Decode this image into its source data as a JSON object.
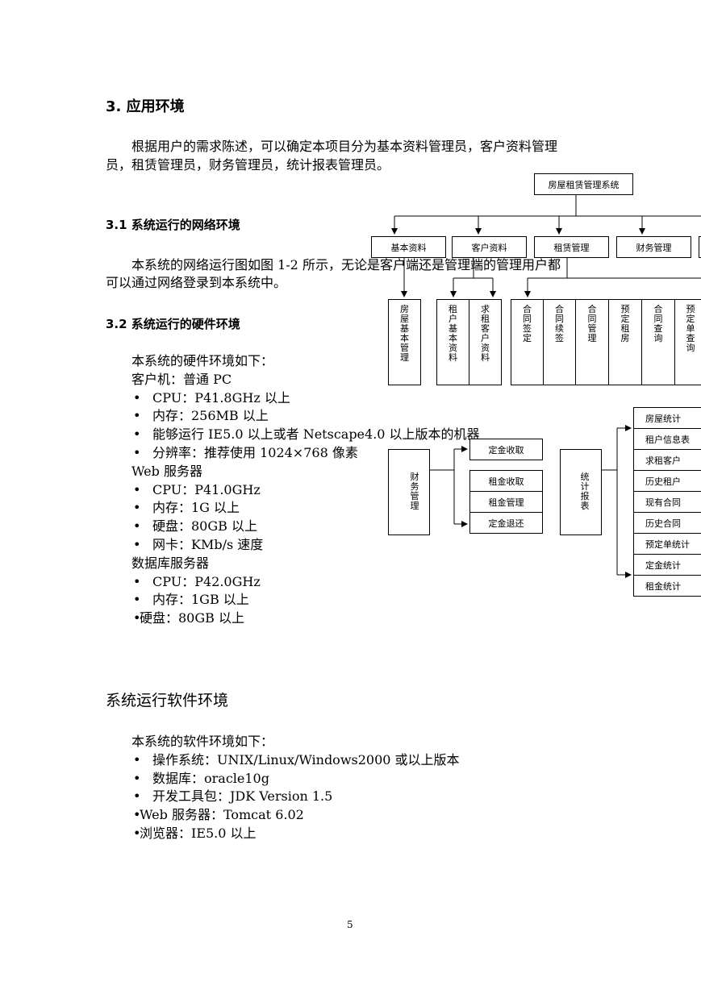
{
  "section3": {
    "title": "3. 应用环境",
    "intro_line1": "根据用户的需求陈述，可以确定本项目分为基本资料管理员，客户资料管理",
    "intro_line2": "员，租赁管理员，财务管理员，统计报表管理员。"
  },
  "section31": {
    "title": "3.1  系统运行的网络环境",
    "line1": "本系统的网络运行图如图 1-2 所示，无论是客户端还是管理端的管理用户都",
    "line2": "可以通过网络登录到本系统中。"
  },
  "section32": {
    "title": "3.2  系统运行的硬件环境",
    "lines": [
      {
        "bullet": false,
        "text": "本系统的硬件环境如下："
      },
      {
        "bullet": false,
        "text": "客户机：普通 PC"
      },
      {
        "bullet": true,
        "text": "CPU：P41.8GHz 以上"
      },
      {
        "bullet": true,
        "text": "内存：256MB 以上"
      },
      {
        "bullet": true,
        "text": "能够运行 IE5.0 以上或者 Netscape4.0 以上版本的机器"
      },
      {
        "bullet": true,
        "text": "分辨率：推荐使用 1024×768 像素"
      },
      {
        "bullet": false,
        "text": "Web 服务器"
      },
      {
        "bullet": true,
        "text": "CPU：P41.0GHz"
      },
      {
        "bullet": true,
        "text": "内存：1G 以上"
      },
      {
        "bullet": true,
        "text": "硬盘：80GB 以上"
      },
      {
        "bullet": true,
        "text": "网卡：KMb/s 速度"
      },
      {
        "bullet": false,
        "text": "数据库服务器"
      },
      {
        "bullet": true,
        "text": "CPU：P42.0GHz"
      },
      {
        "bullet": true,
        "text": "内存：1GB 以上"
      },
      {
        "bullet": "tight",
        "text": "硬盘：80GB 以上"
      }
    ]
  },
  "section33": {
    "title": "系统运行软件环境",
    "lines": [
      {
        "bullet": false,
        "text": "本系统的软件环境如下："
      },
      {
        "bullet": true,
        "text": "操作系统：UNIX/Linux/Windows2000 或以上版本"
      },
      {
        "bullet": true,
        "text": "数据库：oracle10g"
      },
      {
        "bullet": true,
        "text": "开发工具包：JDK Version 1.5"
      },
      {
        "bullet": "tight",
        "text": "Web 服务器：Tomcat 6.02"
      },
      {
        "bullet": "tight",
        "text": "浏览器：IE5.0 以上"
      }
    ]
  },
  "diagram": {
    "root": "房屋租赁管理系统",
    "level1": [
      "基本资料",
      "客户资料",
      "租赁管理",
      "财务管理"
    ],
    "basic_children": [
      "房屋基本管理"
    ],
    "customer_children": [
      "租户基本资料",
      "求租客户资料"
    ],
    "lease_children": [
      "合同签定",
      "合同续签",
      "合同管理",
      "预定租房",
      "合同查询",
      "预定单查询"
    ],
    "finance_title": "财务管理",
    "finance_items": [
      "定金收取",
      "租金收取",
      "租金管理",
      "定金退还"
    ],
    "stats_title": "统计报表",
    "stats_items": [
      "房屋统计",
      "租户信息表",
      "求租客户",
      "历史租户",
      "现有合同",
      "历史合同",
      "预定单统计",
      "定金统计",
      "租金统计"
    ]
  },
  "page_number": "5"
}
